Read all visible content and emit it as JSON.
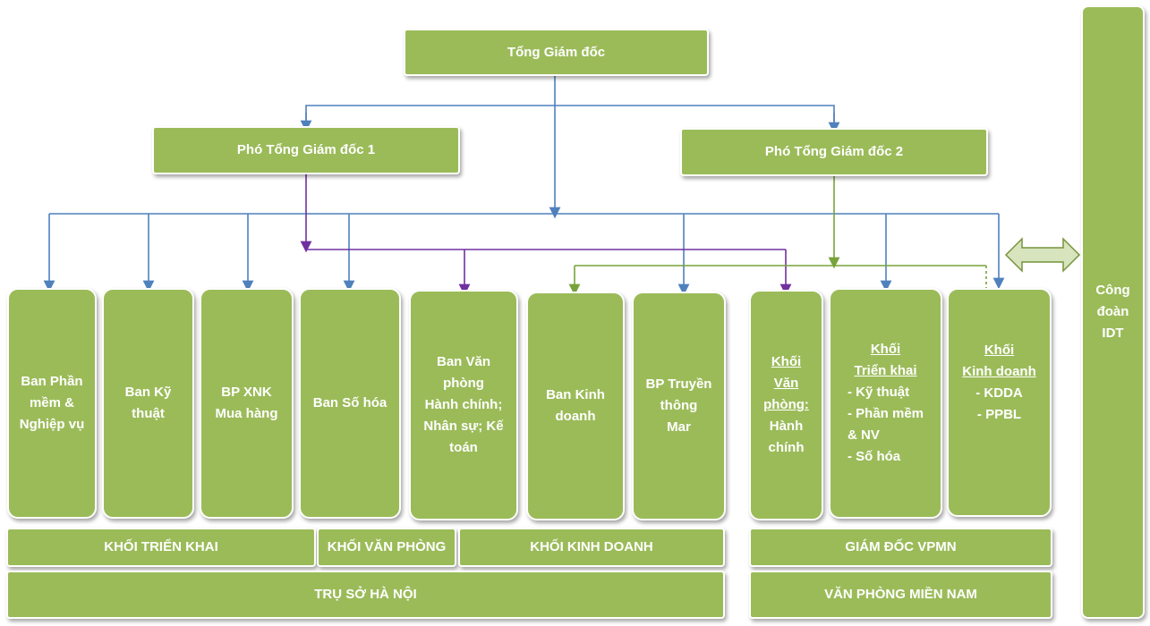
{
  "colors": {
    "box": "#9bbb59",
    "blue": "#4f81bd",
    "purple": "#7030a0",
    "green": "#77a33a",
    "arrow_fill": "#d7e4bd",
    "arrow_stroke": "#77933c"
  },
  "ceo": "Tổng Giám đốc",
  "vp1": "Phó Tổng Giám đốc 1",
  "vp2": "Phó Tổng Giám đốc 2",
  "departments": {
    "ban_phan_mem": "Ban  Phần\nmềm &\nNghiệp vụ",
    "ban_ky_thuat": "Ban Kỹ\nthuật",
    "bp_xnk": "BP XNK\nMua hàng",
    "ban_so_hoa": "Ban Số hóa",
    "ban_van_phong": "Ban Văn\nphòng\nHành chính;\nNhân sự; Kế\ntoán",
    "ban_kinh_doanh": "Ban Kinh\ndoanh",
    "bp_truyen_thong": "BP Truyền\nthông\nMar"
  },
  "south": {
    "khoi_van_phong": {
      "title": "Khối\nVăn\nphòng:",
      "body": "Hành\nchính"
    },
    "khoi_trien_khai": {
      "title": "Khối\nTriển khai",
      "items": [
        "- Kỹ thuật",
        "- Phần mềm\n& NV",
        "- Số hóa"
      ]
    },
    "khoi_kinh_doanh": {
      "title": "Khối\nKinh doanh",
      "items": [
        "- KDDA",
        "- PPBL"
      ]
    }
  },
  "union": "Công\nđoàn\nIDT",
  "groups": {
    "trien_khai": "KHỐI TRIỂN KHAI",
    "van_phong": "KHỐI VĂN PHÒNG",
    "kinh_doanh": "KHỐI KINH DOANH",
    "gd_vpmn": "GIÁM ĐỐC VPMN",
    "tru_so": "TRỤ SỞ HÀ NỘI",
    "vp_mien_nam": "VĂN PHÒNG MIỀN NAM"
  }
}
